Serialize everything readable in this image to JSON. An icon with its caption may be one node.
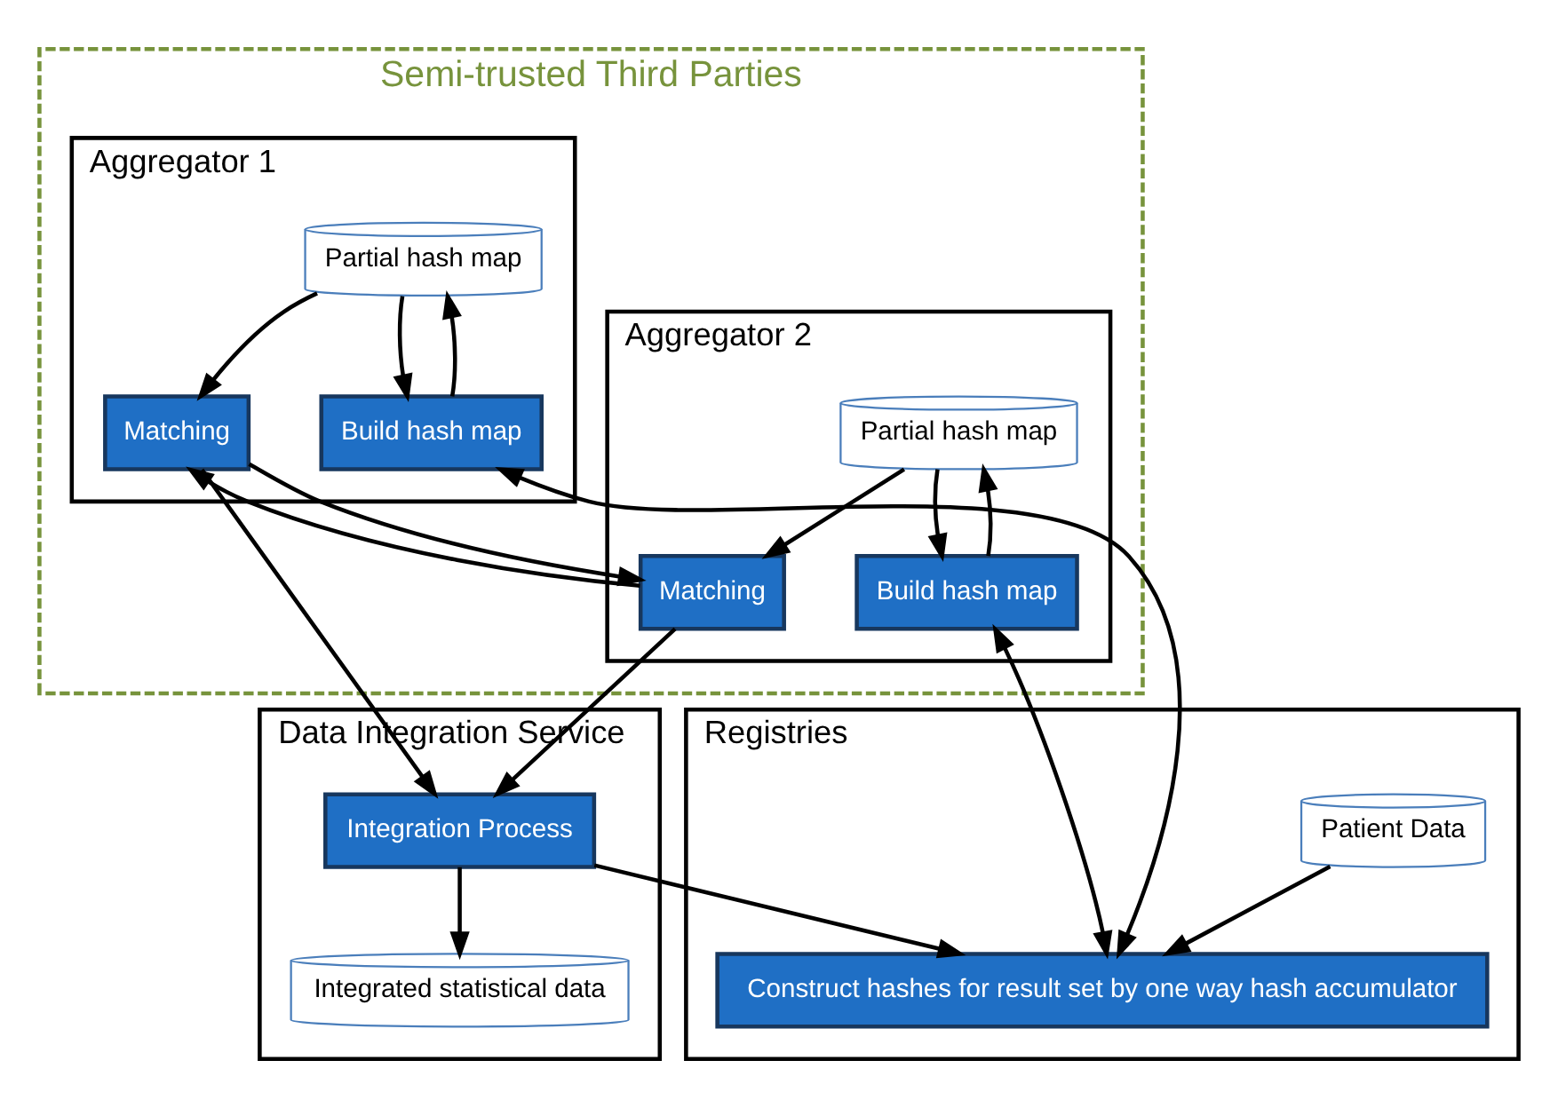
{
  "diagram": {
    "nodes": [
      {
        "text": [
          "Semi-trusted Third Parties"
        ]
      },
      {
        "text": [
          "Aggregator 1"
        ],
        "in": 0
      },
      {
        "text": [
          "Partial hash map"
        ],
        "in": 1
      },
      {
        "text": [
          "Matching"
        ],
        "in": 1
      },
      {
        "text": [
          "Build hash map"
        ],
        "in": 1
      },
      {
        "text": [
          "Aggregator 2"
        ],
        "in": 0
      },
      {
        "text": [
          "Matching"
        ],
        "in": 5
      },
      {
        "text": [
          "Partial hash map"
        ],
        "in": 5
      },
      {
        "text": [
          "Build hash map"
        ],
        "in": 5
      },
      {
        "text": [
          "Registries"
        ]
      },
      {
        "text": [
          "Construct hashes for result set by one way hash accumulator"
        ],
        "in": 9
      },
      {
        "text": [
          "Patient Data"
        ],
        "in": 9
      },
      {
        "text": [
          "Data Integration Service"
        ]
      },
      {
        "text": [
          "Integration Process"
        ],
        "in": 12
      },
      {
        "text": [
          "Integrated statistical data"
        ],
        "in": 12
      }
    ],
    "edges": [
      {
        "from": 2,
        "to": 3,
        "arrow": "to"
      },
      {
        "from": 2,
        "to": 4,
        "arrow": "to"
      },
      {
        "from": 4,
        "to": 2,
        "arrow": "to"
      },
      {
        "from": 3,
        "to": 6,
        "arrow": "to"
      },
      {
        "from": 6,
        "to": 3,
        "arrow": "to"
      },
      {
        "from": 7,
        "to": 6,
        "arrow": "to"
      },
      {
        "from": 7,
        "to": 8,
        "arrow": "to"
      },
      {
        "from": 8,
        "to": 7,
        "arrow": "to"
      },
      {
        "from": 4,
        "to": 10,
        "arrow": "both"
      },
      {
        "from": 8,
        "to": 10,
        "arrow": "both"
      },
      {
        "from": 3,
        "to": 13,
        "arrow": "to"
      },
      {
        "from": 6,
        "to": 13,
        "arrow": "to"
      },
      {
        "from": 13,
        "to": 10,
        "arrow": "to"
      },
      {
        "from": 11,
        "to": 10,
        "arrow": "to"
      },
      {
        "from": 13,
        "to": 14,
        "arrow": "to"
      }
    ]
  }
}
